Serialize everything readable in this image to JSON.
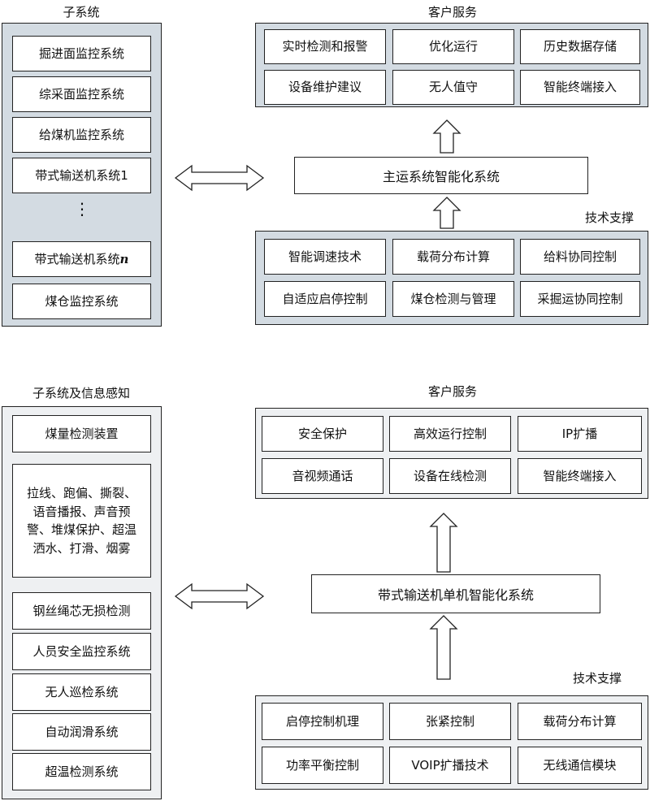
{
  "top": {
    "left_title": "子系统",
    "left_items": [
      "掘进面监控系统",
      "综采面监控系统",
      "给煤机监控系统",
      "带式输送机系统1",
      "带式输送机系统",
      "煤仓监控系统"
    ],
    "item5_italic": "n",
    "ellipsis": "⋮",
    "service_title": "客户服务",
    "services": [
      "实时检测和报警",
      "优化运行",
      "历史数据存储",
      "设备维护建议",
      "无人值守",
      "智能终端接入"
    ],
    "center": "主运系统智能化系统",
    "tech_title": "技术支撑",
    "tech": [
      "智能调速技术",
      "载荷分布计算",
      "给料协同控制",
      "自适应启停控制",
      "煤仓检测与管理",
      "采掘运协同控制"
    ]
  },
  "bottom": {
    "left_title": "子系统及信息感知",
    "left_items": [
      "煤量检测装置",
      "拉线、跑偏、撕裂、\n语音播报、声音预\n警、堆煤保护、超温\n洒水、打滑、烟雾",
      "钢丝绳芯无损检测",
      "人员安全监控系统",
      "无人巡检系统",
      "自动润滑系统",
      "超温检测系统"
    ],
    "service_title": "客户服务",
    "services": [
      "安全保护",
      "高效运行控制",
      "IP扩播",
      "音视频通话",
      "设备在线检测",
      "智能终端接入"
    ],
    "center": "带式输送机单机智能化系统",
    "tech_title": "技术支撑",
    "tech": [
      "启停控制机理",
      "张紧控制",
      "载荷分布计算",
      "功率平衡控制",
      "VOIP扩播技术",
      "无线通信模块"
    ]
  }
}
